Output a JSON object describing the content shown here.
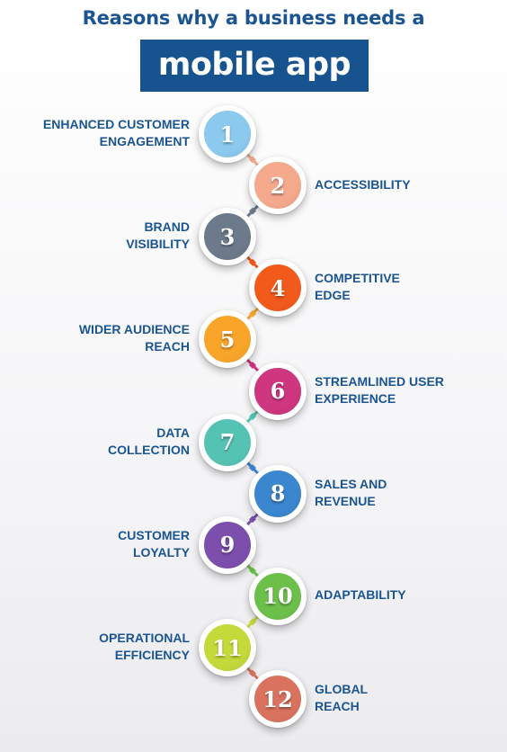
{
  "title": {
    "line1": "Reasons why a business needs a",
    "highlight": "mobile app",
    "highlight_bg": "#17538f",
    "text_color": "#1a5592"
  },
  "reasons": [
    {
      "number": "1",
      "lines": [
        "ENHANCED CUSTOMER",
        "ENGAGEMENT"
      ],
      "color": "#8cc9ee",
      "side": "left"
    },
    {
      "number": "2",
      "lines": [
        "ACCESSIBILITY"
      ],
      "color": "#f4a98c",
      "side": "right"
    },
    {
      "number": "3",
      "lines": [
        "BRAND",
        "VISIBILITY"
      ],
      "color": "#6c7a8b",
      "side": "left"
    },
    {
      "number": "4",
      "lines": [
        "COMPETITIVE",
        "EDGE"
      ],
      "color": "#f25a1c",
      "side": "right"
    },
    {
      "number": "5",
      "lines": [
        "WIDER AUDIENCE",
        "REACH"
      ],
      "color": "#f9a52a",
      "side": "left"
    },
    {
      "number": "6",
      "lines": [
        "STREAMLINED USER",
        "EXPERIENCE"
      ],
      "color": "#cf3680",
      "side": "right"
    },
    {
      "number": "7",
      "lines": [
        "DATA",
        "COLLECTION"
      ],
      "color": "#55c3b3",
      "side": "left"
    },
    {
      "number": "8",
      "lines": [
        "SALES AND",
        "REVENUE"
      ],
      "color": "#3a86cf",
      "side": "right"
    },
    {
      "number": "9",
      "lines": [
        "CUSTOMER",
        "LOYALTY"
      ],
      "color": "#7c4fac",
      "side": "left"
    },
    {
      "number": "10",
      "lines": [
        "ADAPTABILITY"
      ],
      "color": "#6cc04a",
      "side": "right"
    },
    {
      "number": "11",
      "lines": [
        "OPERATIONAL",
        "EFFICIENCY"
      ],
      "color": "#c4d93a",
      "side": "left"
    },
    {
      "number": "12",
      "lines": [
        "GLOBAL",
        "REACH"
      ],
      "color": "#d9735f",
      "side": "right"
    }
  ]
}
